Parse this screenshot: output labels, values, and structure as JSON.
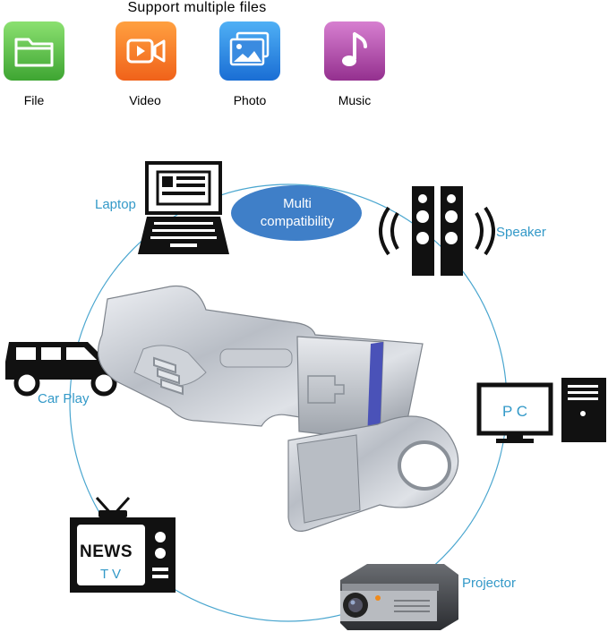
{
  "header": {
    "title": "Support multiple files"
  },
  "file_types": [
    {
      "label": "File",
      "icon": "folder-icon",
      "color": "#5fc14a"
    },
    {
      "label": "Video",
      "icon": "video-icon",
      "color": "#f47a24"
    },
    {
      "label": "Photo",
      "icon": "photo-icon",
      "color": "#2a86e0"
    },
    {
      "label": "Music",
      "icon": "music-note-icon",
      "color": "#a44ba0"
    }
  ],
  "center_badge": {
    "line1": "Multi",
    "line2": "compatibility",
    "color": "#3f7fc8"
  },
  "devices": [
    {
      "label": "Laptop",
      "icon": "laptop-icon"
    },
    {
      "label": "Speaker",
      "icon": "speaker-icon"
    },
    {
      "label": "P C",
      "icon": "pc-icon"
    },
    {
      "label": "Projector",
      "icon": "projector-icon"
    },
    {
      "label": "NEWS",
      "icon": "tv-icon"
    },
    {
      "label": "T V",
      "icon": "tv-icon"
    },
    {
      "label": "Car Play",
      "icon": "car-icon"
    }
  ],
  "accent_color": "#3399c8"
}
